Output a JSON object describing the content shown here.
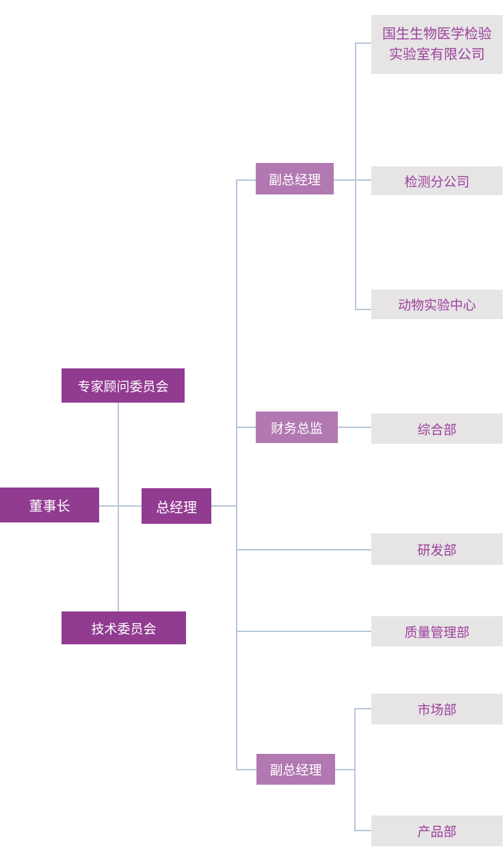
{
  "colors": {
    "primary_box": "#913b91",
    "secondary_box": "#b278b2",
    "department_box": "#e6e4e5",
    "department_text": "#9c3f9c",
    "connector_line": "#b7c5d8"
  },
  "nodes": {
    "chairman": {
      "label": "董事长"
    },
    "expert_committee": {
      "label": "专家顾问委员会"
    },
    "tech_committee": {
      "label": "技术委员会"
    },
    "general_manager": {
      "label": "总经理"
    },
    "deputy_gm_top": {
      "label": "副总经理"
    },
    "cfo": {
      "label": "财务总监"
    },
    "deputy_gm_bottom": {
      "label": "副总经理"
    },
    "lab_company": {
      "lines": [
        "国生生物医学检验",
        "实验室有限公司"
      ]
    },
    "testing_branch": {
      "label": "检测分公司"
    },
    "animal_center": {
      "label": "动物实验中心"
    },
    "general_dept": {
      "label": "综合部"
    },
    "rd_dept": {
      "label": "研发部"
    },
    "quality_dept": {
      "label": "质量管理部"
    },
    "marketing_dept": {
      "label": "市场部"
    },
    "product_dept": {
      "label": "产品部"
    }
  }
}
